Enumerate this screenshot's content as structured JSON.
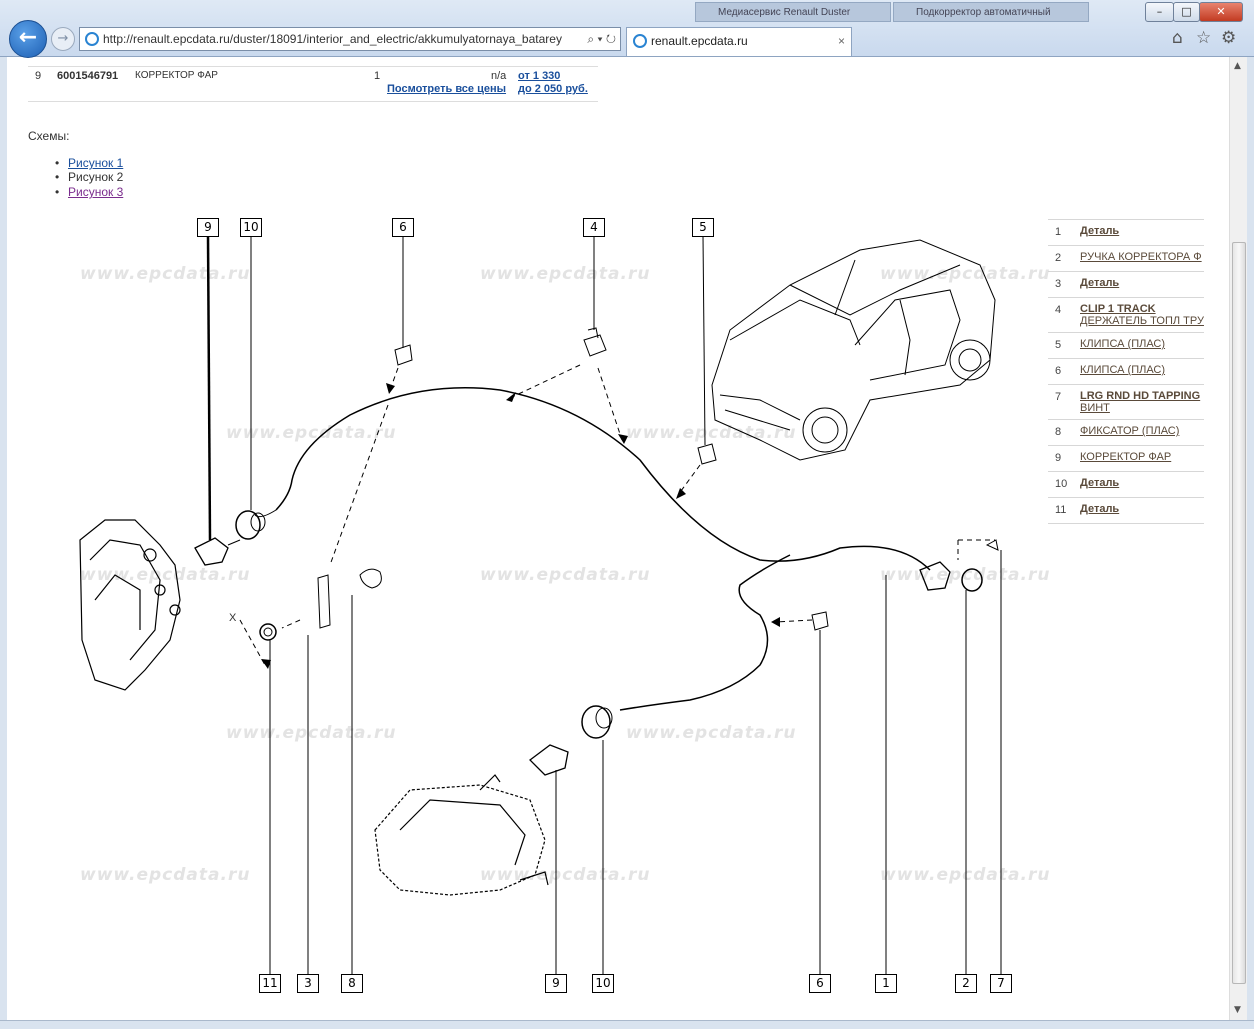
{
  "browser": {
    "url": "http://renault.epcdata.ru/duster/18091/interior_and_electric/akkumulyatornaya_batarey",
    "tab_title": "renault.epcdata.ru",
    "tab_close": "×",
    "bg_tab_1": "Медиасервис Renault Duster",
    "bg_tab_2": "Подкорректор автоматичный",
    "back_glyph": "←",
    "forward_glyph": "→",
    "icons": [
      "home-icon",
      "favorites-star-icon",
      "settings-gear-icon"
    ]
  },
  "part_row": {
    "index": "9",
    "number": "6001546791",
    "name": "КОРРЕКТОР ФАР",
    "qty": "1",
    "na": "n/a",
    "view_prices": "Посмотреть все цены",
    "price_from": "от 1 330",
    "price_to": "до 2 050 руб."
  },
  "schemes": {
    "label": "Схемы:",
    "items": [
      {
        "label": "Рисунок 1",
        "link": true
      },
      {
        "label": "Рисунок 2",
        "link": false
      },
      {
        "label": "Рисунок 3",
        "link": true
      }
    ]
  },
  "legend": [
    {
      "n": "1",
      "title": "Деталь",
      "bold": true,
      "sub": ""
    },
    {
      "n": "2",
      "title": "РУЧКА КОРРЕКТОРА Ф",
      "bold": false,
      "sub": ""
    },
    {
      "n": "3",
      "title": "Деталь",
      "bold": true,
      "sub": ""
    },
    {
      "n": "4",
      "title": "CLIP 1 TRACK",
      "bold": true,
      "sub": "ДЕРЖАТЕЛЬ ТОПЛ ТРУ"
    },
    {
      "n": "5",
      "title": "КЛИПСА (ПЛАС)",
      "bold": false,
      "sub": ""
    },
    {
      "n": "6",
      "title": "КЛИПСА (ПЛАС)",
      "bold": false,
      "sub": ""
    },
    {
      "n": "7",
      "title": "LRG RND HD TAPPING",
      "bold": true,
      "sub": "ВИНТ"
    },
    {
      "n": "8",
      "title": "ФИКСАТОР (ПЛАС)",
      "bold": false,
      "sub": ""
    },
    {
      "n": "9",
      "title": "КОРРЕКТОР ФАР",
      "bold": false,
      "sub": ""
    },
    {
      "n": "10",
      "title": "Деталь",
      "bold": true,
      "sub": ""
    },
    {
      "n": "11",
      "title": "Деталь",
      "bold": true,
      "sub": ""
    }
  ],
  "diagram": {
    "watermark": "www.epcdata.ru",
    "top_callouts": [
      "9",
      "10",
      "6",
      "4",
      "5"
    ],
    "bottom_callouts": [
      "11",
      "3",
      "8",
      "9",
      "10",
      "6",
      "1",
      "2",
      "7"
    ],
    "cross_mark": "X"
  }
}
